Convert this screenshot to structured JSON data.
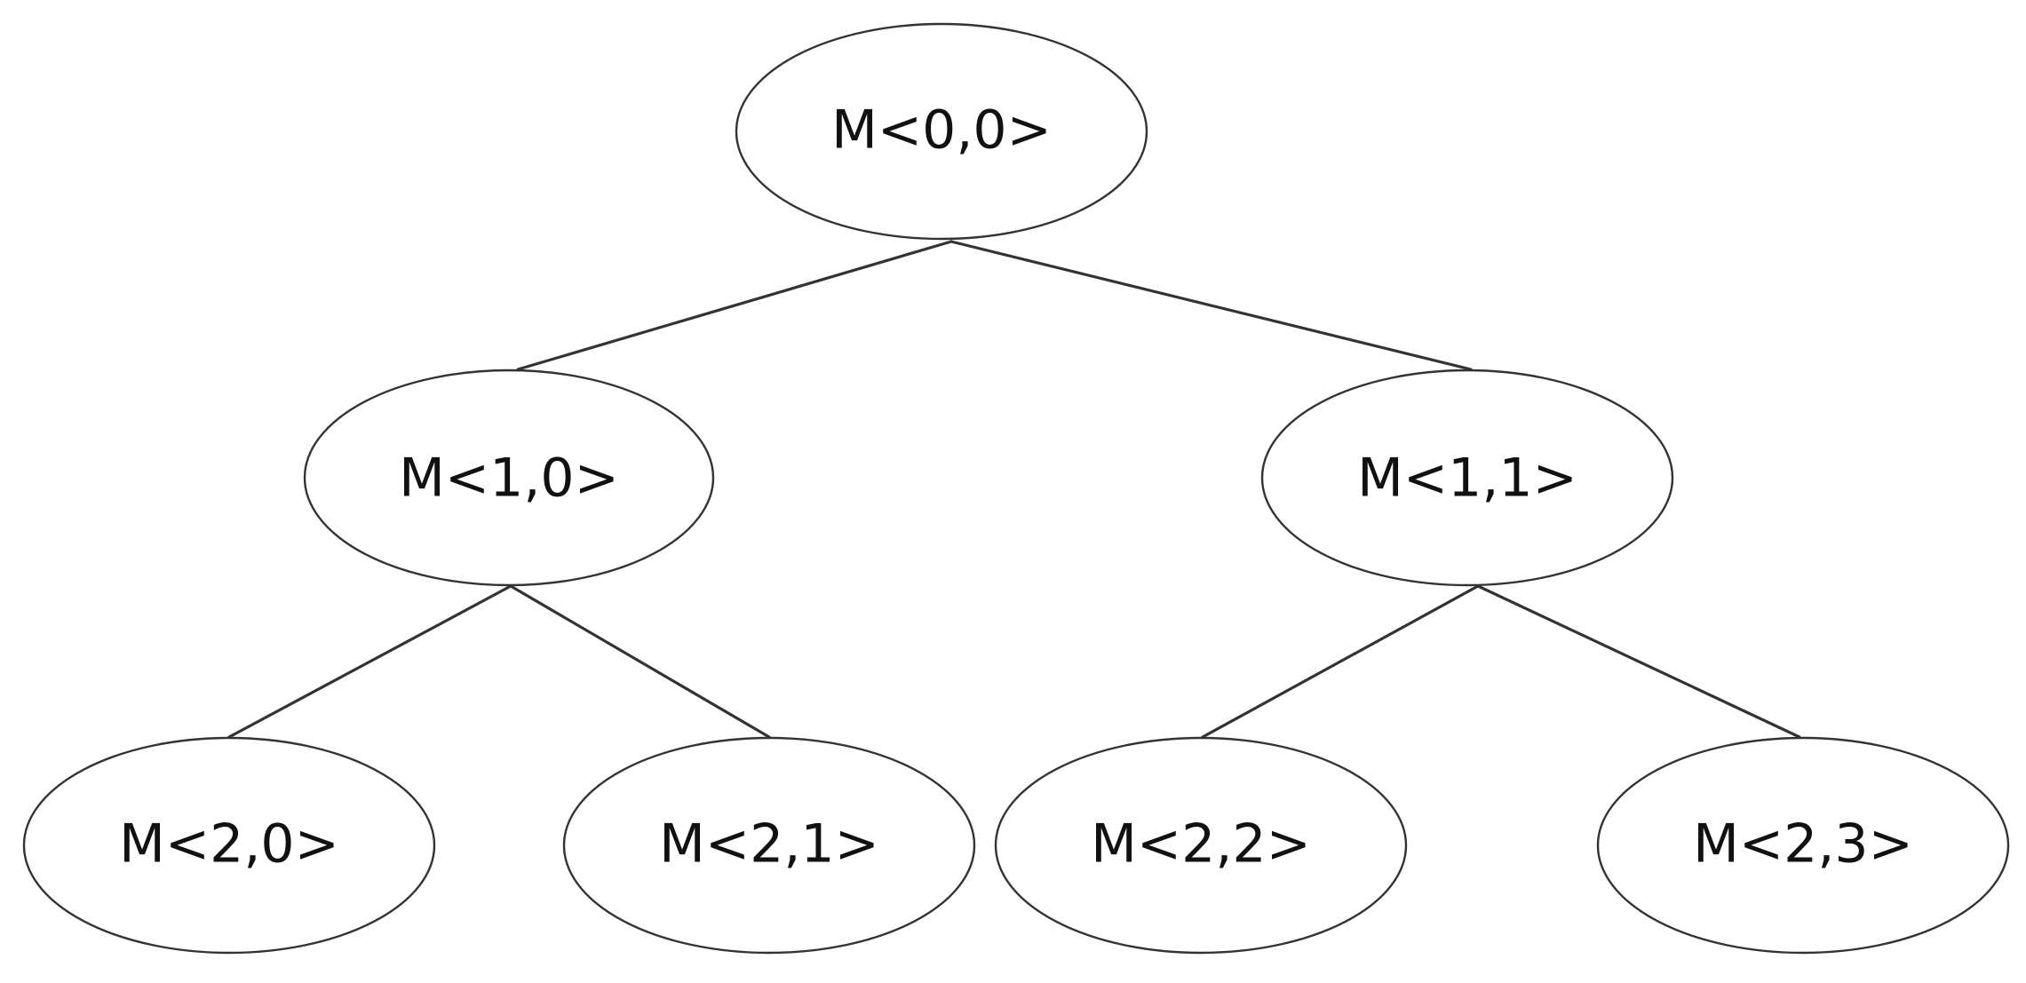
{
  "diagram": {
    "type": "binary-tree",
    "nodes": [
      {
        "id": "n00",
        "label": "M<0,0>"
      },
      {
        "id": "n10",
        "label": "M<1,0>"
      },
      {
        "id": "n11",
        "label": "M<1,1>"
      },
      {
        "id": "n20",
        "label": "M<2,0>"
      },
      {
        "id": "n21",
        "label": "M<2,1>"
      },
      {
        "id": "n22",
        "label": "M<2,2>"
      },
      {
        "id": "n23",
        "label": "M<2,3>"
      }
    ],
    "edges": [
      {
        "from": "n00",
        "to": "n10"
      },
      {
        "from": "n00",
        "to": "n11"
      },
      {
        "from": "n10",
        "to": "n20"
      },
      {
        "from": "n10",
        "to": "n21"
      },
      {
        "from": "n11",
        "to": "n22"
      },
      {
        "from": "n11",
        "to": "n23"
      }
    ]
  },
  "colors": {
    "stroke": "#333333",
    "text": "#111111",
    "background": "#ffffff"
  }
}
